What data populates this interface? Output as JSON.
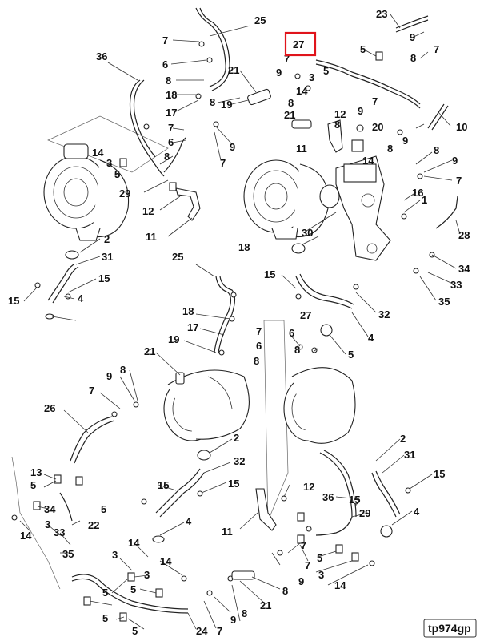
{
  "diagram": {
    "highlighted_callout": "27",
    "figure_code": "tp974gp",
    "callouts_top": [
      "25",
      "7",
      "6",
      "8",
      "36",
      "18",
      "17",
      "7",
      "6",
      "8",
      "5",
      "14",
      "3",
      "5",
      "29",
      "12",
      "11",
      "21",
      "8",
      "19",
      "9",
      "7",
      "23",
      "9",
      "7",
      "8",
      "5",
      "27",
      "7",
      "9",
      "3",
      "5",
      "14",
      "8",
      "21",
      "11",
      "12",
      "9",
      "7",
      "10",
      "8",
      "20",
      "8",
      "9",
      "8",
      "9",
      "7",
      "14",
      "16",
      "1",
      "28",
      "2",
      "30",
      "31",
      "15",
      "15",
      "4",
      "34",
      "33",
      "35",
      "15",
      "32",
      "4",
      "5"
    ],
    "callouts_bottom": [
      "25",
      "18",
      "17",
      "7",
      "19",
      "6",
      "21",
      "8",
      "7",
      "9",
      "8",
      "26",
      "2",
      "32",
      "13",
      "5",
      "22",
      "34",
      "5",
      "14",
      "3",
      "33",
      "35",
      "15",
      "15",
      "4",
      "11",
      "12",
      "36",
      "15",
      "29",
      "7",
      "6",
      "8",
      "4",
      "2",
      "31",
      "15",
      "3",
      "14",
      "14",
      "3",
      "5",
      "5",
      "5",
      "24",
      "7",
      "9",
      "8",
      "21",
      "8",
      "9",
      "7",
      "5",
      "3",
      "14"
    ]
  }
}
